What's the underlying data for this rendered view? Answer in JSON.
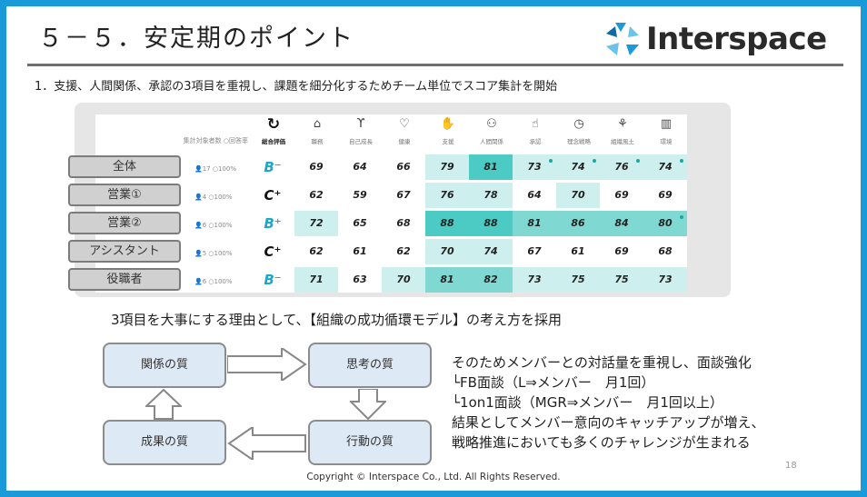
{
  "slide": {
    "title": "５－５．安定期のポイント",
    "logo_text": "Interspace",
    "subtitle": "1．支援、人間関係、承認の3項目を重視し、課題を細分化するためチーム単位でスコア集計を開始",
    "page_number": "18",
    "copyright": "Copyright © Interspace Co., Ltd. All Rights Reserved."
  },
  "table": {
    "header_left": "集計対象者数 ○回答率",
    "columns": [
      {
        "icon": "↻",
        "label": "総合評価",
        "icon_name": "refresh-icon"
      },
      {
        "icon": "⌂",
        "label": "職務",
        "icon_name": "briefcase-icon"
      },
      {
        "icon": "ϒ",
        "label": "自己成長",
        "icon_name": "sprout-icon"
      },
      {
        "icon": "♡",
        "label": "健康",
        "icon_name": "heart-icon"
      },
      {
        "icon": "✋",
        "label": "支援",
        "icon_name": "handshake-icon"
      },
      {
        "icon": "⚇",
        "label": "人間関係",
        "icon_name": "people-icon"
      },
      {
        "icon": "☝",
        "label": "承認",
        "icon_name": "thumbsup-icon"
      },
      {
        "icon": "◷",
        "label": "理念戦略",
        "icon_name": "compass-icon"
      },
      {
        "icon": "⚘",
        "label": "組織風土",
        "icon_name": "org-icon"
      },
      {
        "icon": "▥",
        "label": "環境",
        "icon_name": "building-icon"
      }
    ],
    "rows": [
      {
        "label": "全体",
        "people": "17 ○100%",
        "grade": "B⁻",
        "grade_color": "#1aa9c9",
        "scores": [
          "69",
          "64",
          "66",
          "79",
          "81",
          "73",
          "74",
          "76",
          "74"
        ],
        "shades": [
          0,
          0,
          0,
          1,
          3,
          1,
          1,
          1,
          1
        ],
        "dots": [
          0,
          0,
          0,
          0,
          0,
          1,
          1,
          1,
          1
        ]
      },
      {
        "label": "営業①",
        "people": "4 ○100%",
        "grade": "C⁺",
        "grade_color": "#111111",
        "scores": [
          "62",
          "59",
          "67",
          "76",
          "78",
          "64",
          "70",
          "69",
          "69"
        ],
        "shades": [
          0,
          0,
          0,
          1,
          1,
          0,
          1,
          0,
          0
        ],
        "dots": [
          0,
          0,
          0,
          0,
          0,
          0,
          0,
          0,
          0
        ]
      },
      {
        "label": "営業②",
        "people": "6 ○100%",
        "grade": "B⁺",
        "grade_color": "#1aa9c9",
        "scores": [
          "72",
          "65",
          "68",
          "88",
          "88",
          "81",
          "86",
          "84",
          "80"
        ],
        "shades": [
          1,
          0,
          0,
          3,
          3,
          2,
          2,
          2,
          2
        ],
        "dots": [
          0,
          0,
          0,
          0,
          0,
          0,
          0,
          0,
          1
        ]
      },
      {
        "label": "アシスタント",
        "people": "5 ○100%",
        "grade": "C⁺",
        "grade_color": "#111111",
        "scores": [
          "62",
          "61",
          "62",
          "70",
          "74",
          "67",
          "61",
          "69",
          "68"
        ],
        "shades": [
          0,
          0,
          0,
          1,
          1,
          0,
          0,
          0,
          0
        ],
        "dots": [
          0,
          0,
          0,
          0,
          0,
          0,
          0,
          0,
          0
        ]
      },
      {
        "label": "役職者",
        "people": "6 ○100%",
        "grade": "B⁻",
        "grade_color": "#1aa9c9",
        "scores": [
          "71",
          "63",
          "70",
          "81",
          "82",
          "73",
          "75",
          "75",
          "73"
        ],
        "shades": [
          1,
          0,
          1,
          2,
          2,
          1,
          1,
          1,
          1
        ],
        "dots": [
          0,
          0,
          0,
          0,
          0,
          0,
          0,
          0,
          0
        ]
      }
    ]
  },
  "shade_colors": [
    "#ffffff",
    "#cdf0ee",
    "#7fd9d2",
    "#4bcbc3"
  ],
  "reason": "3項目を大事にする理由として、【組織の成功循環モデル】の考え方を採用",
  "cycle": {
    "relation": "関係の質",
    "thinking": "思考の質",
    "action": "行動の質",
    "result": "成果の質"
  },
  "bullets": {
    "line1": "そのためメンバーとの対話量を重視し、面談強化",
    "line2": "└FB面談（L⇒メンバー　月1回）",
    "line3": "└1on1面談（MGR⇒メンバー　月1回以上）",
    "line4": "結果としてメンバー意向のキャッチアップが増え、",
    "line5": "戦略推進においても多くのチャレンジが生まれる"
  }
}
